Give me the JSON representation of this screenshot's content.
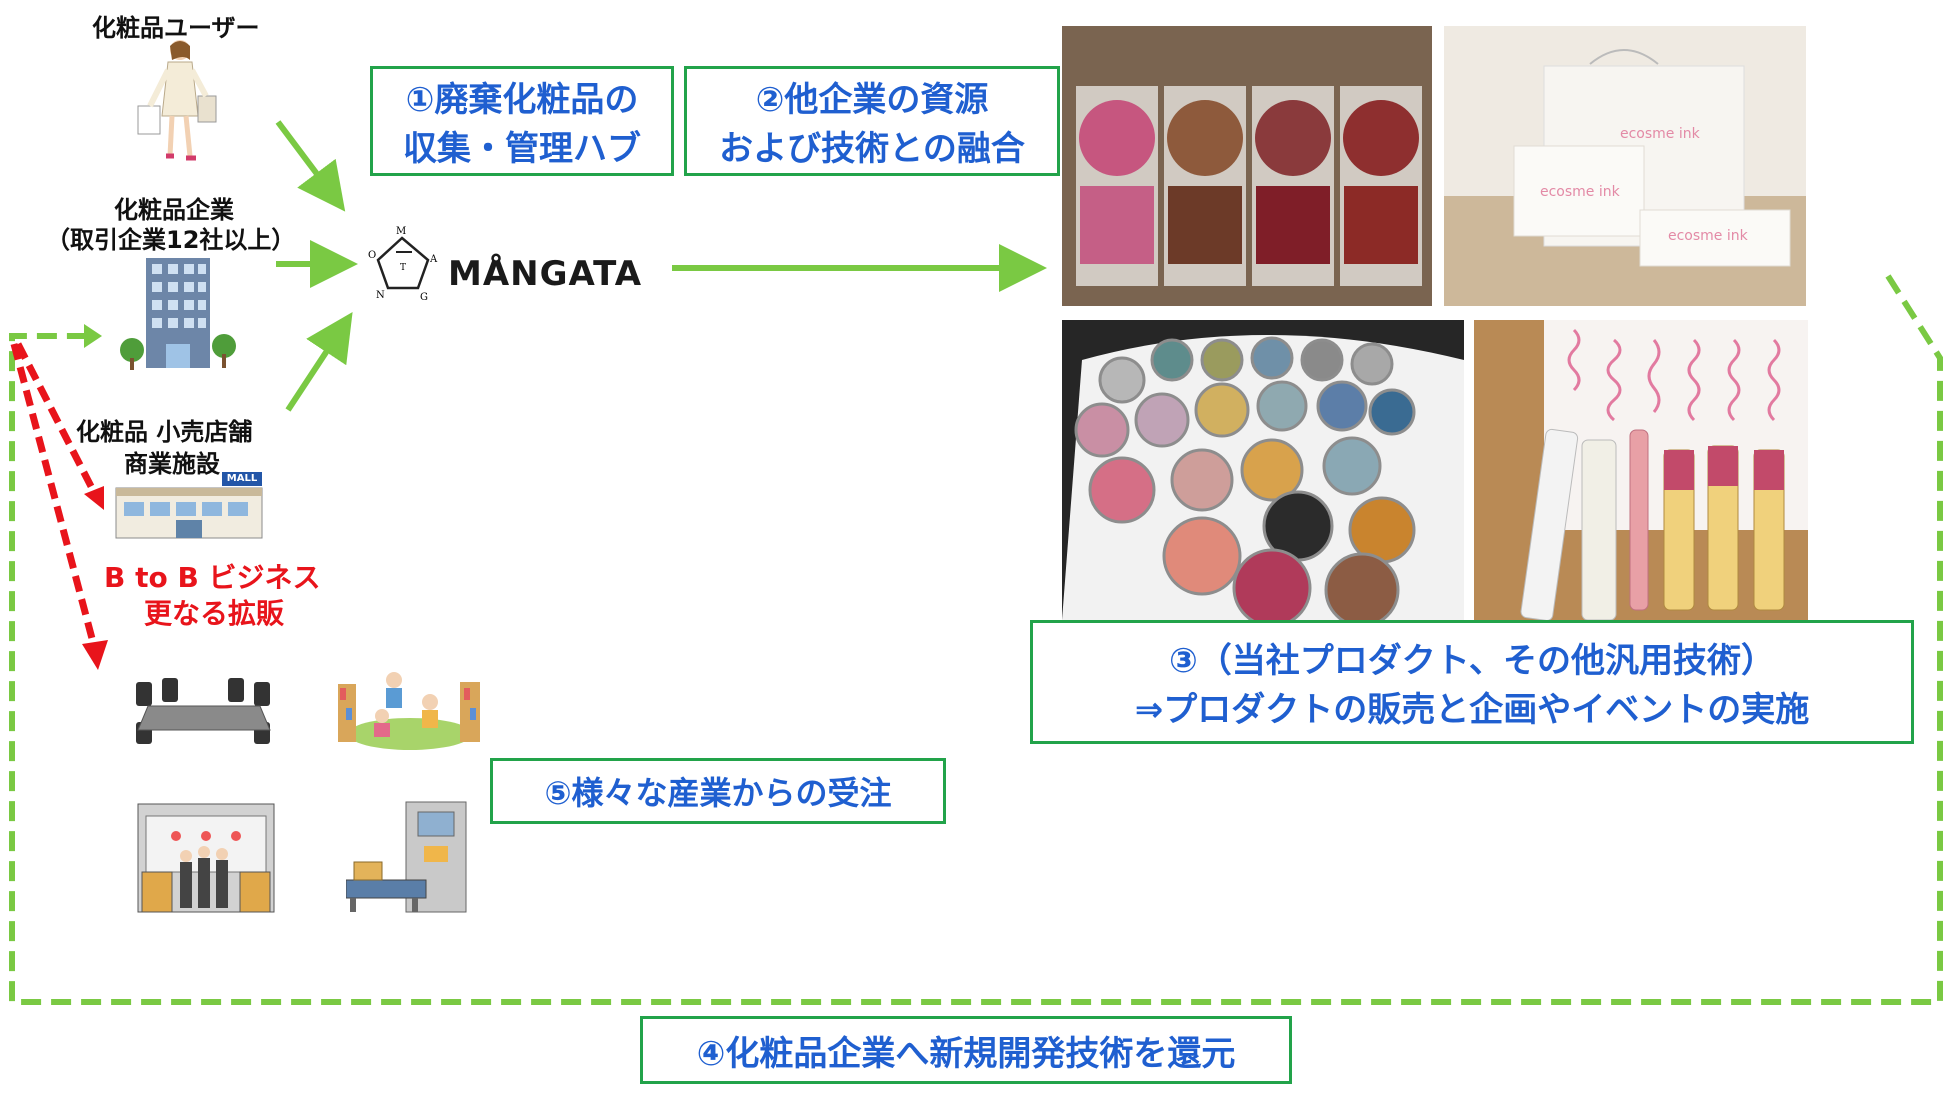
{
  "sources": {
    "user_label": "化粧品ユーザー",
    "company_label_1": "化粧品企業",
    "company_label_2": "（取引企業12社以上）",
    "retail_label_1": "化粧品 小売店舗",
    "retail_label_2": "商業施設",
    "mall_sign": "MALL"
  },
  "hub": {
    "brand": "MÅNGATA",
    "mark_letters": [
      "M",
      "A",
      "O",
      "T",
      "N",
      "G"
    ]
  },
  "boxes": {
    "box1_line1": "①廃棄化粧品の",
    "box1_line2": "収集・管理ハブ",
    "box2_line1": "②他企業の資源",
    "box2_line2": "および技術との融合",
    "box3_line1": "③（当社プロダクト、その他汎用技術）",
    "box3_line2": "⇒プロダクトの販売と企画やイベントの実施",
    "box4": "④化粧品企業へ新規開発技術を還元",
    "box5": "⑤様々な産業からの受注"
  },
  "btob": {
    "line1": "B to B ビジネス",
    "line2": "更なる拡販"
  },
  "photos": {
    "ink_brand": "ecosme ink"
  },
  "colors": {
    "green_border": "#22a34a",
    "blue_text": "#1f5fd0",
    "arrow_green": "#7ac943",
    "red": "#e8141b"
  }
}
